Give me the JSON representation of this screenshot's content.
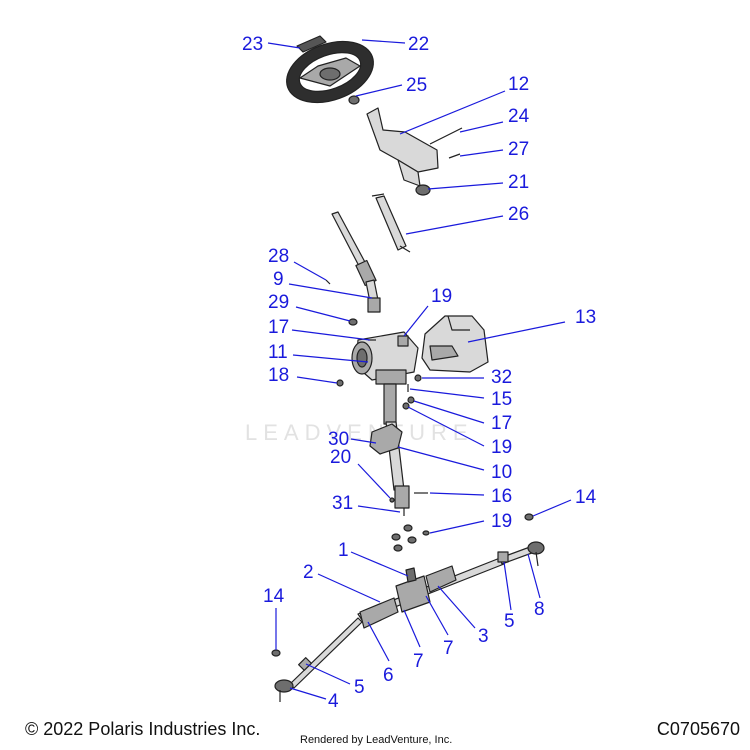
{
  "watermark": "LEADVENTURE",
  "footer": {
    "copyright": "© 2022 Polaris Industries Inc.",
    "rendered_by": "Rendered by LeadVenture, Inc.",
    "diagram_code": "C0705670"
  },
  "callouts": {
    "c1": "1",
    "c2": "2",
    "c3": "3",
    "c4": "4",
    "c5a": "5",
    "c5b": "5",
    "c6": "6",
    "c7a": "7",
    "c7b": "7",
    "c8": "8",
    "c9": "9",
    "c10": "10",
    "c11": "11",
    "c12": "12",
    "c13": "13",
    "c14a": "14",
    "c14b": "14",
    "c15": "15",
    "c16": "16",
    "c17a": "17",
    "c17b": "17",
    "c18": "18",
    "c19a": "19",
    "c19b": "19",
    "c19c": "19",
    "c20": "20",
    "c21": "21",
    "c22": "22",
    "c23": "23",
    "c24": "24",
    "c25": "25",
    "c26": "26",
    "c27": "27",
    "c28": "28",
    "c29": "29",
    "c30": "30",
    "c31": "31",
    "c32": "32"
  }
}
